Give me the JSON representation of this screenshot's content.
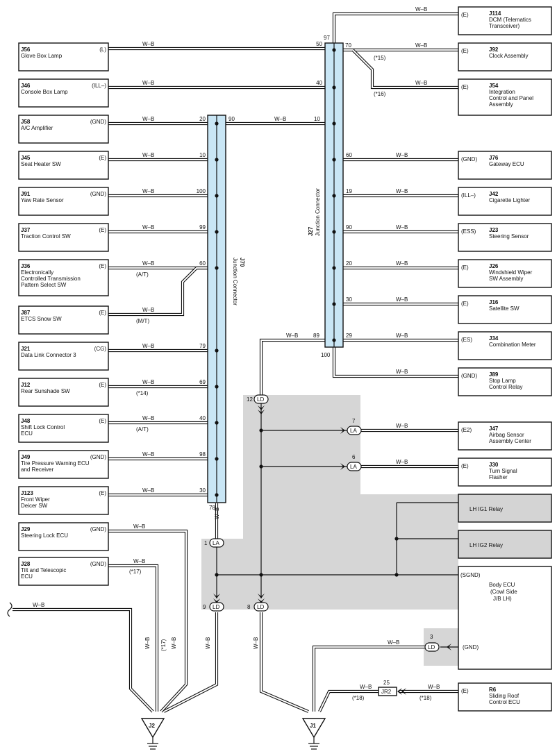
{
  "wire_color": "W–B",
  "colors": {
    "junction_fill": "#c9e6f5",
    "shade": "#d6d6d6",
    "line": "#111111"
  },
  "connectors": {
    "j70": {
      "code": "J70",
      "name": "Junction Connector",
      "bottom_pin": "78"
    },
    "j27": {
      "code": "J27",
      "name": "Junction Connector",
      "top_pin": "97",
      "bottom_pin": "100"
    }
  },
  "left_components": [
    {
      "code": "J56",
      "name": [
        "Glove Box Lamp"
      ],
      "terminal": "(L)",
      "pin": "50",
      "via": "J27"
    },
    {
      "code": "J46",
      "name": [
        "Console Box Lamp"
      ],
      "terminal": "(ILL–)",
      "pin": "40",
      "via": "J27"
    },
    {
      "code": "J58",
      "name": [
        "A/C Amplifier"
      ],
      "terminal": "(GND)",
      "pin": "20",
      "via": "J70"
    },
    {
      "code": "J45",
      "name": [
        "Seat Heater SW"
      ],
      "terminal": "(E)",
      "pin": "10",
      "via": "J70"
    },
    {
      "code": "J91",
      "name": [
        "Yaw Rate Sensor"
      ],
      "terminal": "(GND)",
      "pin": "100",
      "via": "J70"
    },
    {
      "code": "J37",
      "name": [
        "Traction Control SW"
      ],
      "terminal": "(E)",
      "pin": "99",
      "via": "J70"
    },
    {
      "code": "J36",
      "name": [
        "Electronically",
        "Controlled Transmission",
        "Pattern Select SW"
      ],
      "terminal": "(E)",
      "pin": "60",
      "via": "J70",
      "note": "(A/T)"
    },
    {
      "code": "J87",
      "name": [
        "ETCS Snow SW"
      ],
      "terminal": "(E)",
      "pin": "",
      "via": "J70",
      "note": "(M/T)"
    },
    {
      "code": "J21",
      "name": [
        "Data Link Connector 3"
      ],
      "terminal": "(CG)",
      "pin": "79",
      "via": "J70"
    },
    {
      "code": "J12",
      "name": [
        "Rear Sunshade SW"
      ],
      "terminal": "(E)",
      "pin": "69",
      "via": "J70",
      "note": "(*14)"
    },
    {
      "code": "J48",
      "name": [
        "Shift Lock Control",
        "ECU"
      ],
      "terminal": "(E)",
      "pin": "40",
      "via": "J70",
      "note": "(A/T)"
    },
    {
      "code": "J49",
      "name": [
        "Tire Pressure Warning ECU",
        "and Receiver"
      ],
      "terminal": "(GND)",
      "pin": "98",
      "via": "J70"
    },
    {
      "code": "J123",
      "name": [
        "Front Wiper",
        "Deicer SW"
      ],
      "terminal": "(E)",
      "pin": "30",
      "via": "J70"
    },
    {
      "code": "J29",
      "name": [
        "Steering Lock ECU"
      ],
      "terminal": "(GND)"
    },
    {
      "code": "J28",
      "name": [
        "Tilt and Telescopic",
        "ECU"
      ],
      "terminal": "(GND)",
      "note": "(*17)"
    }
  ],
  "right_components": [
    {
      "code": "J114",
      "name": [
        "DCM (Telematics",
        "Transceiver)"
      ],
      "terminal": "(E)"
    },
    {
      "code": "J92",
      "name": [
        "Clock Assembly"
      ],
      "terminal": "(E)",
      "pin": "70",
      "note": "(*15)"
    },
    {
      "code": "J54",
      "name": [
        "Integration",
        "Control and Panel",
        "Assembly"
      ],
      "terminal": "(E)",
      "note": "(*16)"
    },
    {
      "code": "J76",
      "name": [
        "Gateway ECU"
      ],
      "terminal": "(GND)",
      "pin": "60"
    },
    {
      "code": "J42",
      "name": [
        "Cigarette Lighter"
      ],
      "terminal": "(ILL–)",
      "pin": "19"
    },
    {
      "code": "J23",
      "name": [
        "Steering Sensor"
      ],
      "terminal": "(ESS)",
      "pin": "90"
    },
    {
      "code": "J26",
      "name": [
        "Windshield Wiper",
        "SW Assembly"
      ],
      "terminal": "(E)",
      "pin": "20"
    },
    {
      "code": "J16",
      "name": [
        "Satellite SW"
      ],
      "terminal": "(E)",
      "pin": "30"
    },
    {
      "code": "J34",
      "name": [
        "Combination Meter"
      ],
      "terminal": "(ES)",
      "pin": "29"
    },
    {
      "code": "J89",
      "name": [
        "Stop Lamp",
        "Control Relay"
      ],
      "terminal": "(GND)"
    },
    {
      "code": "J47",
      "name": [
        "Airbag Sensor",
        "Assembly Center"
      ],
      "terminal": "(E2)"
    },
    {
      "code": "J30",
      "name": [
        "Turn Signal",
        "Flasher"
      ],
      "terminal": "(E)"
    },
    {
      "code": "R6",
      "name": [
        "Sliding Roof",
        "Control ECU"
      ],
      "terminal": "(E)",
      "note": "(*18)"
    }
  ],
  "relays": [
    {
      "name": "LH IG1 Relay"
    },
    {
      "name": "LH IG2 Relay"
    }
  ],
  "body_ecu": {
    "name": [
      "Body ECU",
      "(Cowl Side",
      "J/B LH)"
    ],
    "terminal_top": "(SGND)",
    "terminal_bottom": "(GND)"
  },
  "pins": {
    "j70_90": "90",
    "j27_10": "10",
    "j27_89": "89",
    "la_1": "1",
    "la_7": "7",
    "la_6": "6",
    "ld_12": "12",
    "ld_9": "9",
    "ld_8": "8",
    "ld_3": "3",
    "jr2": "25"
  },
  "inline_connectors": {
    "la": "LA",
    "ld": "LD",
    "jr2": "JR2"
  },
  "notes": {
    "n17": "(*17)",
    "n18": "(*18)"
  },
  "grounds": [
    {
      "code": "J2"
    },
    {
      "code": "J1"
    }
  ]
}
